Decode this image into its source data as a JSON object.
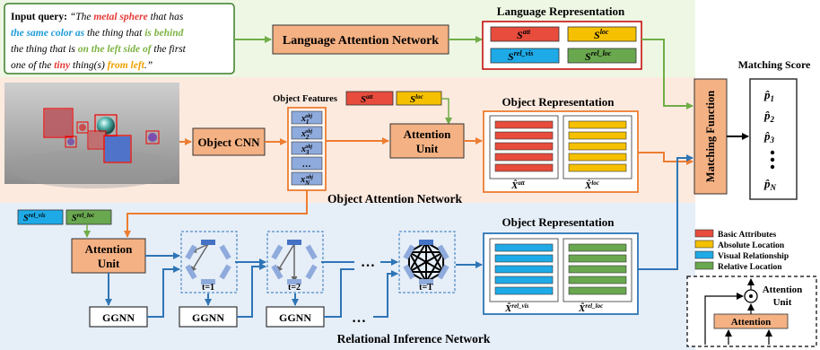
{
  "query": {
    "prefix": "Input query: ",
    "open_quote": "“",
    "close_quote": ".”",
    "lines": [
      [
        {
          "t": "The ",
          "c": "#000000",
          "i": true,
          "b": false
        },
        {
          "t": "metal sphere",
          "c": "#e53935",
          "i": true,
          "b": true
        },
        {
          "t": " that has",
          "c": "#000000",
          "i": true,
          "b": false
        }
      ],
      [
        {
          "t": "the same color as",
          "c": "#1e9bd7",
          "i": true,
          "b": true
        },
        {
          "t": " the thing that ",
          "c": "#000000",
          "i": true,
          "b": false
        },
        {
          "t": "is behind",
          "c": "#7cb342",
          "i": true,
          "b": true
        }
      ],
      [
        {
          "t": "the thing that is ",
          "c": "#000000",
          "i": true,
          "b": false
        },
        {
          "t": "on the left side of",
          "c": "#7cb342",
          "i": true,
          "b": true
        },
        {
          "t": " the first",
          "c": "#000000",
          "i": true,
          "b": false
        }
      ],
      [
        {
          "t": "one of the ",
          "c": "#000000",
          "i": true,
          "b": false
        },
        {
          "t": "tiny",
          "c": "#e53935",
          "i": true,
          "b": true
        },
        {
          "t": " thing(s) ",
          "c": "#000000",
          "i": true,
          "b": false
        },
        {
          "t": "from left",
          "c": "#f0a000",
          "i": true,
          "b": true
        },
        {
          "t": ".”",
          "c": "#000000",
          "i": true,
          "b": false
        }
      ]
    ]
  },
  "boxes": {
    "language_attention_network": "Language Attention Network",
    "language_representation": "Language Representation",
    "object_cnn": "Object CNN",
    "object_features": "Object Features",
    "attention_unit": "Attention Unit",
    "object_representation_top": "Object Representation",
    "object_attention_network": "Object Attention Network",
    "object_representation_bottom": "Object Representation",
    "relational_inference_network": "Relational Inference Network",
    "matching_function": "Matching Function",
    "matching_score": "Matching Score",
    "ggnn": "GGNN",
    "ellipsis": "…",
    "attention": "Attention"
  },
  "symbols": {
    "s_att": "S",
    "s_att_sup": "att",
    "s_loc_sup": "loc",
    "s_rel_vis_sup": "rel_vis",
    "s_rel_loc_sup": "rel_loc",
    "x_sub_1": "1",
    "x_sub_2": "2",
    "x_sub_3": "3",
    "x_sub_n": "N",
    "x_sup": "obj",
    "xhat_att": "X̂",
    "p_hat": "p̂"
  },
  "steps": [
    "t=1",
    "t=2",
    "t=T"
  ],
  "scores": [
    "1",
    "2",
    "3",
    "N"
  ],
  "legend": [
    {
      "label": "Basic Attributes",
      "color": "#e74c3c"
    },
    {
      "label": "Absolute Location",
      "color": "#f5c000"
    },
    {
      "label": "Visual Relationship",
      "color": "#1eaae7"
    },
    {
      "label": "Relative Location",
      "color": "#6aa84f"
    }
  ],
  "inset_title": "Attention Unit",
  "colors": {
    "lang_bg": "#eef7e4",
    "obj_bg": "#fdeadf",
    "rel_bg": "#e6eef8",
    "orange": "#ed7d31",
    "blue": "#2e75b6",
    "green": "#70ad47",
    "box_fill": "#f4b183",
    "node": "#8faadc",
    "node_top": "#4472c4"
  }
}
